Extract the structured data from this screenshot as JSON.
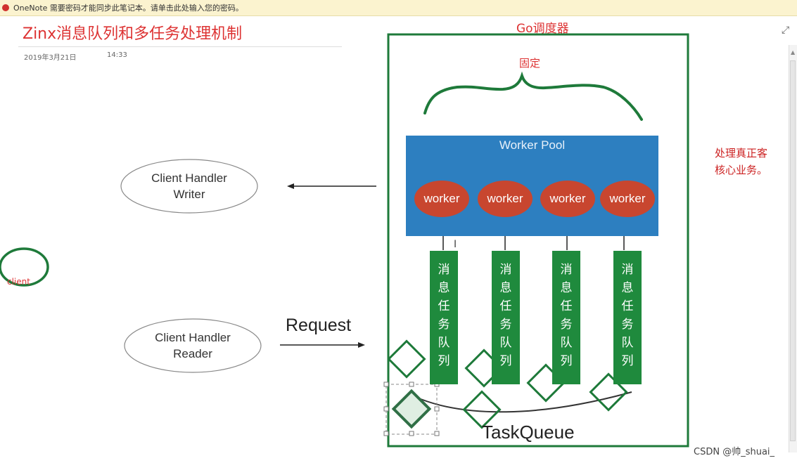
{
  "notification": {
    "text": "OneNote 需要密码才能同步此笔记本。请单击此处输入您的密码。"
  },
  "page": {
    "title": "Zinx消息队列和多任务处理机制",
    "date": "2019年3月21日",
    "time": "14:33"
  },
  "diagram": {
    "scheduler_label": "Go调度器",
    "fixed_label": "固定",
    "worker_pool_title": "Worker Pool",
    "workers": [
      "worker",
      "worker",
      "worker",
      "worker"
    ],
    "queue_text": "消息任务队列",
    "writer_label_line1": "Client Handler",
    "writer_label_line2": "Writer",
    "reader_label_line1": "Client Handler",
    "reader_label_line2": "Reader",
    "client_label": "client",
    "request_label": "Request",
    "taskqueue_label": "TaskQueue",
    "side_note_line1": "处理真正客",
    "side_note_line2": "核心业务。"
  },
  "watermark": "CSDN @帅_shuai_",
  "colors": {
    "frame_green": "#1e7a3a",
    "pool_blue": "#2d7fc0",
    "worker_red": "#c8462f",
    "queue_green": "#1f8a3d",
    "handwriting_red": "#d33"
  }
}
